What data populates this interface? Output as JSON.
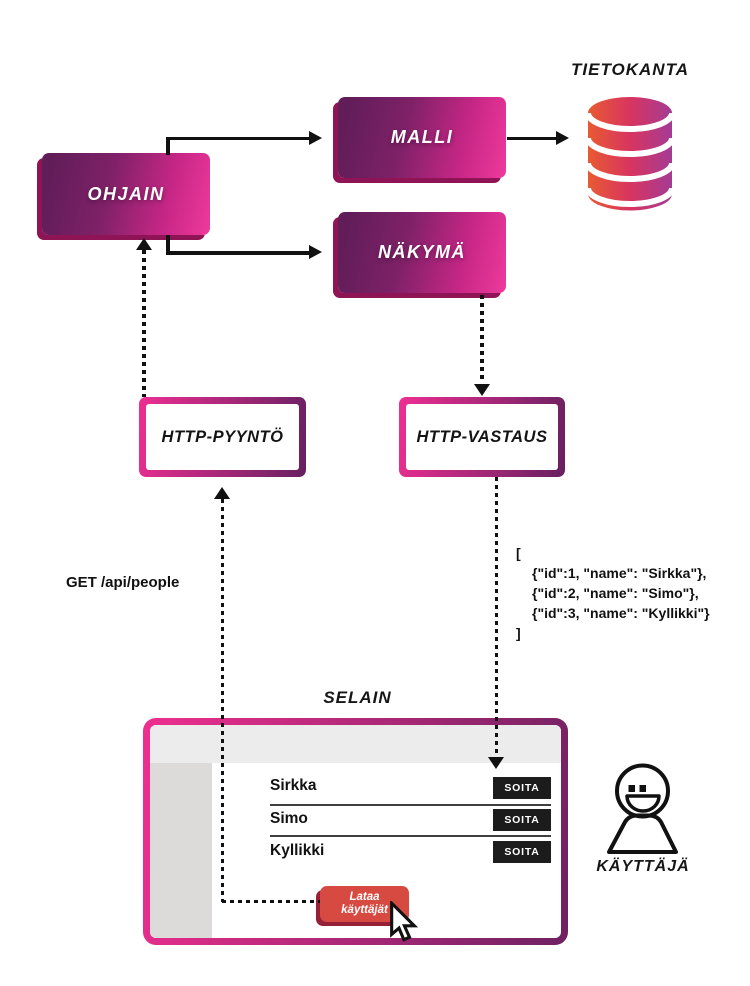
{
  "labels": {
    "tietokanta": "TIETOKANTA",
    "malli": "MALLI",
    "nakyma": "NÄKYMÄ",
    "ohjain": "OHJAIN",
    "http_pyynto": "HTTP-PYYNTÖ",
    "http_vastaus": "HTTP-VASTAUS",
    "selain": "SELAIN",
    "kayttaja": "KÄYTTÄJÄ"
  },
  "request": {
    "text": "GET /api/people"
  },
  "response": {
    "lines": [
      "[",
      "{\"id\":1, \"name\": \"Sirkka\"},",
      "{\"id\":2, \"name\": \"Simo\"},",
      "{\"id\":3, \"name\": \"Kyllikki\"}",
      "]"
    ]
  },
  "browser": {
    "people": [
      {
        "name": "Sirkka",
        "action": "SOITA"
      },
      {
        "name": "Simo",
        "action": "SOITA"
      },
      {
        "name": "Kyllikki",
        "action": "SOITA"
      }
    ],
    "load_button": {
      "line1": "Lataa",
      "line2": "käyttäjät"
    }
  },
  "icons": {
    "database": "database-cylinder-icon",
    "user": "smiling-user-icon",
    "cursor": "mouse-cursor-icon"
  },
  "colors": {
    "box_gradient_dark": "#601d58",
    "box_gradient_pink": "#ee3a9c",
    "box_shadow": "#8e1456",
    "db_gradient_left": "#e85a32",
    "db_gradient_mid": "#d8355f",
    "db_gradient_right": "#a43b94",
    "load_button_red": "#d74a41",
    "soita_black": "#1c1c1c",
    "line_black": "#111111",
    "browser_header_gray": "#edecec",
    "browser_sidebar_gray": "#dcdbd9"
  }
}
